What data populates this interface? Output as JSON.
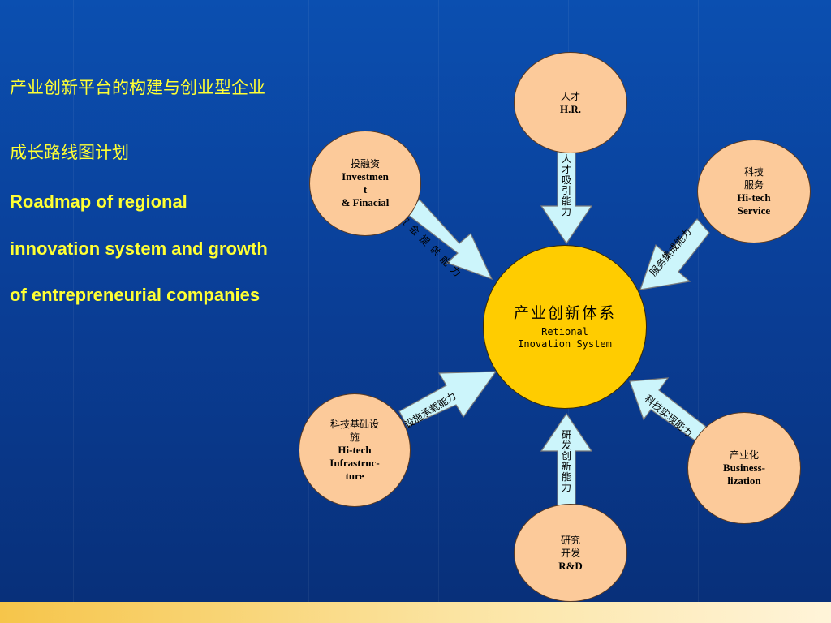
{
  "title": {
    "cn_line1": "产业创新平台的构建与创业型企业",
    "cn_line2": "成长路线图计划",
    "en_line1": "Roadmap of regional",
    "en_line2": "innovation system and growth",
    "en_line3": "of entrepreneurial companies"
  },
  "center": {
    "cn": "产业创新体系",
    "en_line1": "Retional",
    "en_line2": "Inovation System"
  },
  "nodes": {
    "hr": {
      "cn": "人才",
      "en": "H.R."
    },
    "investment": {
      "cn": "投融资",
      "en_line1": "Investmen",
      "en_line2": "t",
      "en_line3": "& Finacial"
    },
    "service": {
      "cn_line1": "科技",
      "cn_line2": "服务",
      "en_line1": "Hi-tech",
      "en_line2": "Service"
    },
    "infrastructure": {
      "cn_line1": "科技基础设",
      "cn_line2": "施",
      "en_line1": "Hi-tech",
      "en_line2": "Infrastruc-",
      "en_line3": "ture"
    },
    "business": {
      "cn": "产业化",
      "en_line1": "Business-",
      "en_line2": "lization"
    },
    "rd": {
      "cn_line1": "研究",
      "cn_line2": "开发",
      "en": "R&D"
    }
  },
  "arrows": {
    "hr": "人才吸引能力",
    "investment": "资金提供能力",
    "service": "服务集成能力",
    "infrastructure": "设施承载能力",
    "business": "科技实现能力",
    "rd": "研发创新能力"
  },
  "colors": {
    "background": "#0a3f98",
    "title": "#ffff33",
    "node_fill": "#fcca9a",
    "center_fill": "#ffcc00",
    "arrow_fill": "#ccf5fb"
  }
}
